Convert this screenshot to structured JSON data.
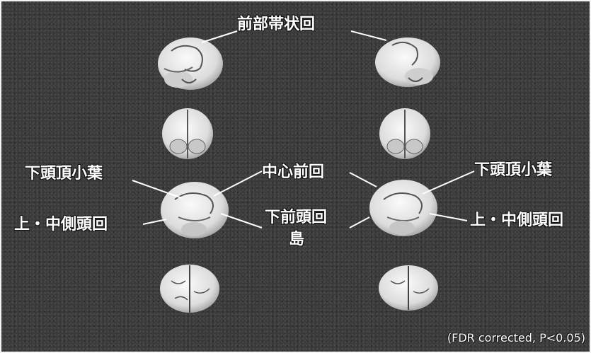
{
  "labels": {
    "anterior_cingulate": "前部帯状回",
    "inferior_parietal_left": "下頭頂小葉",
    "precentral": "中心前回",
    "inferior_parietal_right": "下頭頂小葉",
    "sup_mid_temporal_left": "上・中側頭回",
    "inferior_frontal": "下前頭回",
    "insula": "島",
    "sup_mid_temporal_right": "上・中側頭回"
  },
  "footnote": "(FDR corrected, P<0.05)",
  "colors": {
    "background": "#3a3a3a",
    "brain": "#e8e8e8",
    "label_text": "#ffffff"
  },
  "brain_views": [
    {
      "column": "left",
      "view": "sagittal"
    },
    {
      "column": "left",
      "view": "posterior"
    },
    {
      "column": "left",
      "view": "lateral"
    },
    {
      "column": "left",
      "view": "superior"
    },
    {
      "column": "right",
      "view": "sagittal"
    },
    {
      "column": "right",
      "view": "posterior"
    },
    {
      "column": "right",
      "view": "lateral"
    },
    {
      "column": "right",
      "view": "superior"
    }
  ]
}
